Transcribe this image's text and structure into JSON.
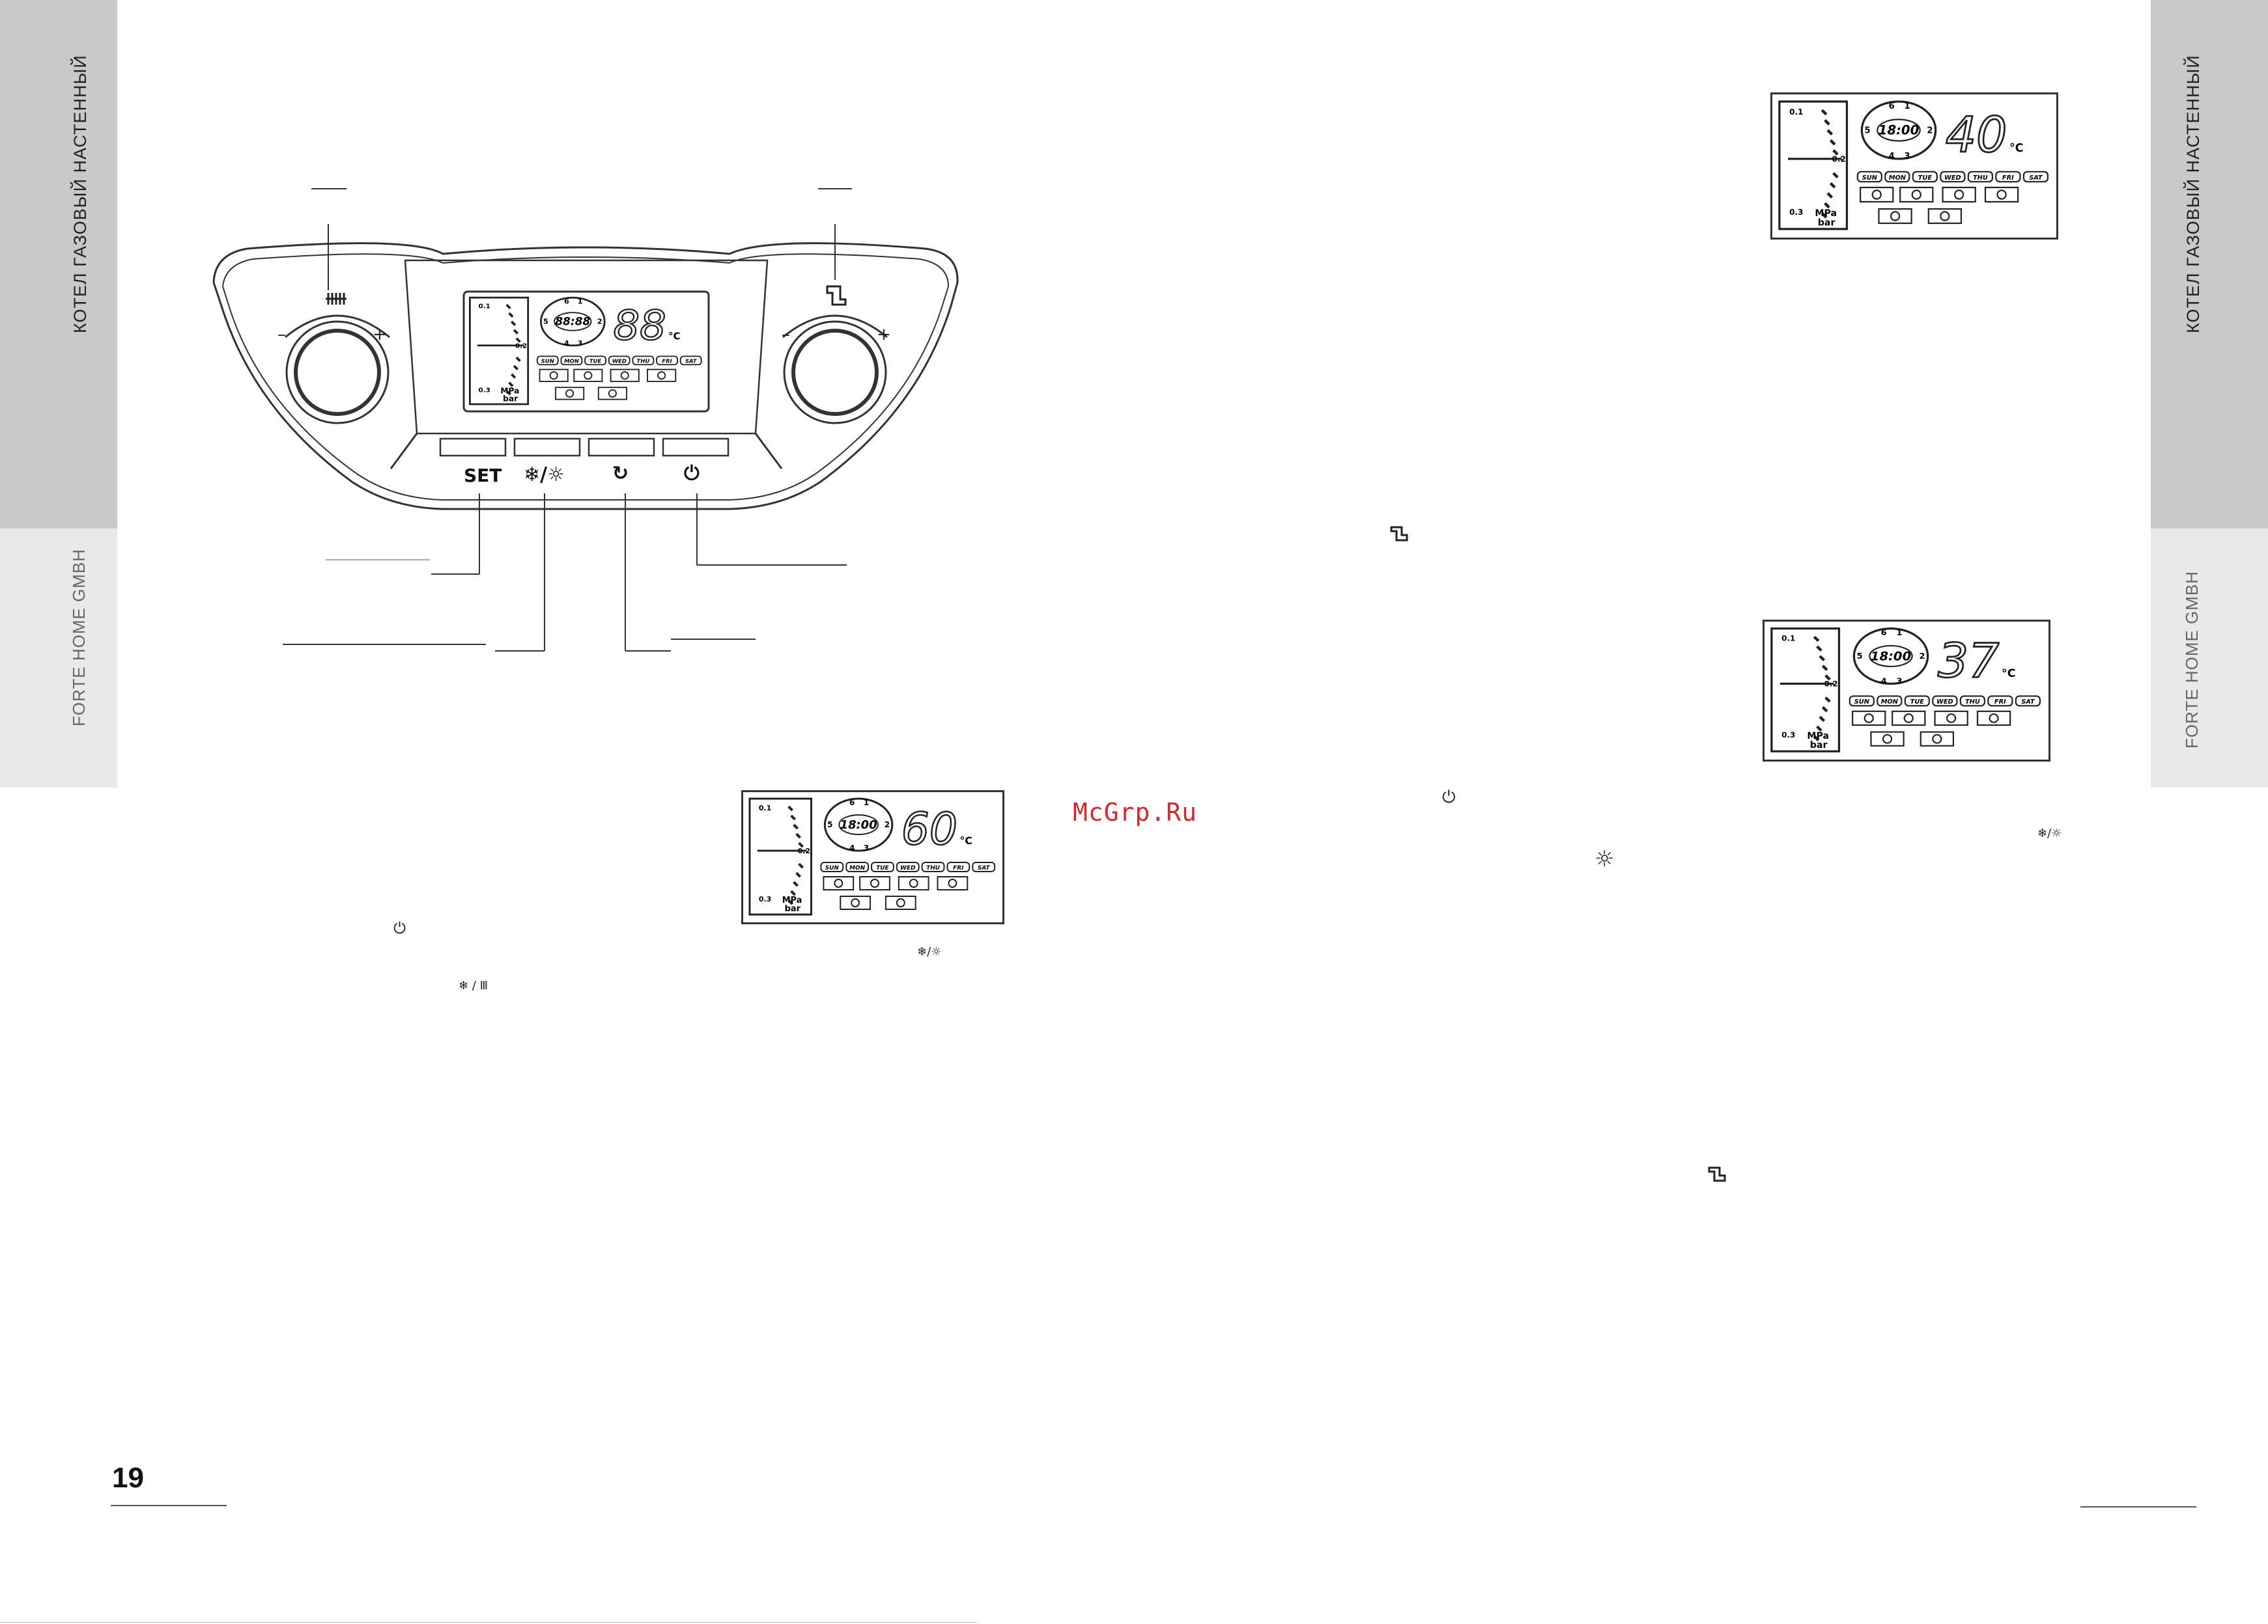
{
  "sidebar": {
    "title": "КОТЕЛ ГАЗОВЫЙ НАСТЕННЫЙ",
    "brand": "FORTE HOME GMBH"
  },
  "page_number": "19",
  "watermark": "McGrp.Ru",
  "panel": {
    "buttons": [
      "SET",
      "❄/☼",
      "↻",
      "⏻"
    ],
    "knobs": {
      "minus": "–",
      "plus": "+"
    }
  },
  "displays": [
    {
      "clock": "88:88",
      "temp": "88",
      "unit": "°C"
    },
    {
      "clock": "18:00",
      "temp": "60",
      "unit": "°C"
    },
    {
      "clock": "18:00",
      "temp": "40",
      "unit": "°C"
    },
    {
      "clock": "18:00",
      "temp": "37",
      "unit": "°C"
    }
  ],
  "lcd": {
    "days": [
      "SUN",
      "MON",
      "TUE",
      "WED",
      "THU",
      "FRI",
      "SAT"
    ],
    "gauge_unit": "MPa",
    "gauge_unit2": "bar",
    "scale_top": "0.1",
    "scale_mid": "0.2",
    "scale_bot": "0.3",
    "ring_digits": [
      "6",
      "1",
      "2",
      "3",
      "4",
      "5"
    ]
  },
  "inline_icons": {
    "power": "⏻",
    "mode": "❄/☼",
    "mode_heat": "❄ / Ⅲ",
    "sun": "☼"
  }
}
